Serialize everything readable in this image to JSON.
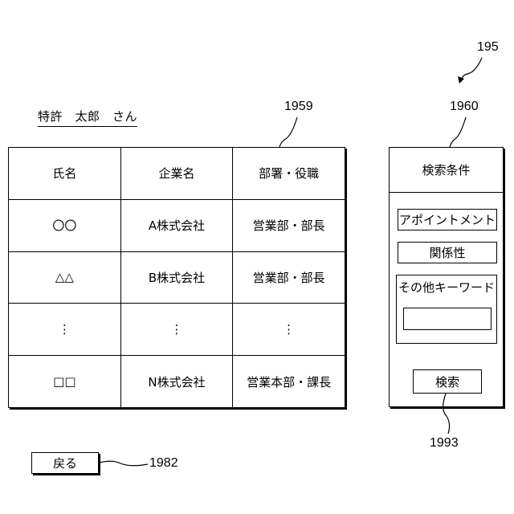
{
  "user": {
    "name": "特許　太郎　さん"
  },
  "table": {
    "headers": [
      "氏名",
      "企業名",
      "部署・役職"
    ],
    "rows": [
      [
        "〇〇",
        "A株式会社",
        "営業部・部長"
      ],
      [
        "△△",
        "B株式会社",
        "営業部・部長"
      ],
      [
        "⋮",
        "⋮",
        "⋮"
      ],
      [
        "□□",
        "N株式会社",
        "営業本部・課長"
      ]
    ]
  },
  "search_panel": {
    "title": "検索条件",
    "conditions": [
      "アポイントメント",
      "関係性"
    ],
    "other_keyword_label": "その他キーワード",
    "other_keyword_value": "",
    "search_button": "検索"
  },
  "back_button": "戻る",
  "reference_labels": {
    "screen": "195",
    "table": "1959",
    "panel": "1960",
    "search": "1993",
    "back": "1982"
  }
}
